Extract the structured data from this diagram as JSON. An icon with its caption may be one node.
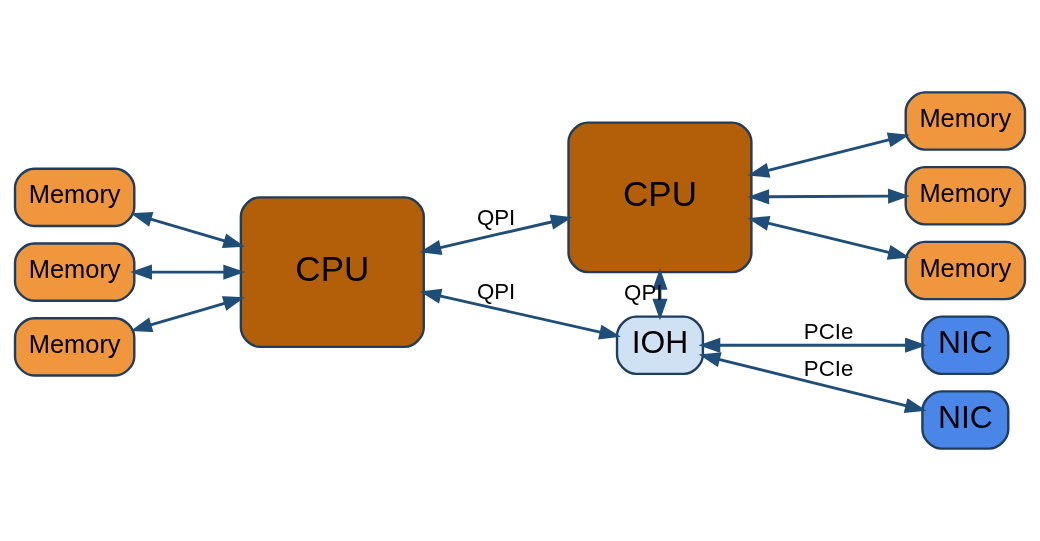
{
  "diagram": {
    "nodes": [
      {
        "text": [
          "Memory"
        ]
      },
      {
        "text": [
          "Memory"
        ]
      },
      {
        "text": [
          "Memory"
        ]
      },
      {
        "text": [
          "CPU"
        ]
      },
      {
        "text": [
          "CPU"
        ]
      },
      {
        "text": [
          "Memory"
        ]
      },
      {
        "text": [
          "Memory"
        ]
      },
      {
        "text": [
          "Memory"
        ]
      },
      {
        "text": [
          "IOH"
        ]
      },
      {
        "text": [
          "NIC"
        ]
      },
      {
        "text": [
          "NIC"
        ]
      }
    ],
    "edges": [
      {
        "from": 0,
        "to": 3,
        "arrow": "both"
      },
      {
        "from": 1,
        "to": 3,
        "arrow": "both"
      },
      {
        "from": 2,
        "to": 3,
        "arrow": "both"
      },
      {
        "from": 3,
        "to": 4,
        "arrow": "both",
        "label": "QPI"
      },
      {
        "from": 4,
        "to": 5,
        "arrow": "both"
      },
      {
        "from": 4,
        "to": 6,
        "arrow": "both"
      },
      {
        "from": 4,
        "to": 7,
        "arrow": "both"
      },
      {
        "from": 3,
        "to": 8,
        "arrow": "both",
        "label": "QPI"
      },
      {
        "from": 4,
        "to": 8,
        "arrow": "both",
        "label": "QPI"
      },
      {
        "from": 8,
        "to": 9,
        "arrow": "both",
        "label": "PCIe"
      },
      {
        "from": 8,
        "to": 10,
        "arrow": "both",
        "label": "PCIe"
      }
    ]
  }
}
